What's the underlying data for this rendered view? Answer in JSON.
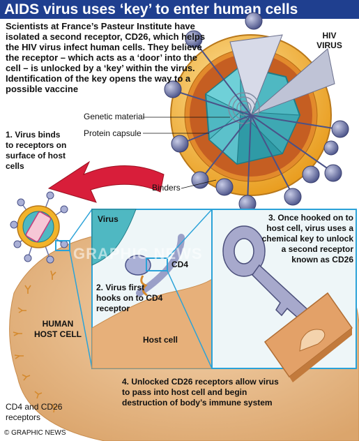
{
  "title": "AIDS virus uses ‘key’ to enter human cells",
  "intro": "Scientists at France’s Pasteur Institute have isolated a second receptor, CD26, which helps the HIV virus infect human cells. They believe the receptor – which acts as a ‘door’ into the cell – is unlocked by a ‘key’ within the virus. Identification of the key opens the way to a possible vaccine",
  "labels": {
    "hiv_virus": "HIV VIRUS",
    "genetic_material": "Genetic material",
    "protein_capsule": "Protein capsule",
    "binders": "Binders",
    "virus": "Virus",
    "cd4": "CD4",
    "host_cell": "Host cell",
    "human_host_cell": "HUMAN HOST CELL",
    "receptors": "CD4 and CD26 receptors"
  },
  "steps": {
    "step1": "1. Virus binds to receptors on surface of host cells",
    "step2": "2. Virus first hooks on to CD4 receptor",
    "step3": "3. Once hooked on to host cell, virus uses a chemical key to unlock a second receptor known as CD26",
    "step4": "4. Unlocked CD26 receptors allow virus to pass into host cell and begin destruction of body’s immune system"
  },
  "watermark": "GRAPHIC NEWS",
  "credit": "© GRAPHIC NEWS",
  "colors": {
    "title_bg": "#1f3f8f",
    "host_cell": "#e3b784",
    "virus_shell": "#f2b32a",
    "capsule": "#4fb8c2",
    "knob": "#6a74a8",
    "arrow": "#d81e3a",
    "key": "#a7a9cc"
  }
}
